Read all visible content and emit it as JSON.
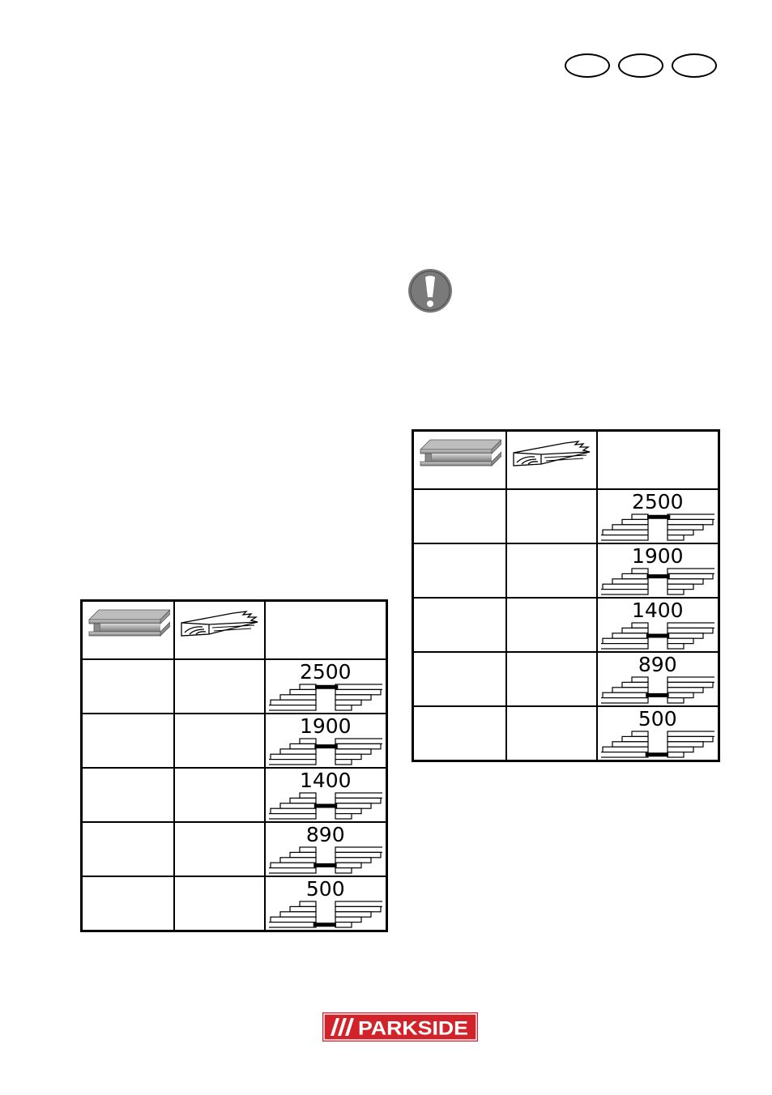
{
  "header": {
    "badges": [
      "",
      "",
      ""
    ]
  },
  "warning": {
    "icon": "exclamation-circle-icon"
  },
  "tables": [
    {
      "header_icons": [
        "steel-i-beam-icon",
        "wood-plank-icon"
      ],
      "speeds": [
        "2500",
        "1900",
        "1400",
        "890",
        "500"
      ]
    },
    {
      "header_icons": [
        "steel-i-beam-icon",
        "wood-plank-icon"
      ],
      "speeds": [
        "2500",
        "1900",
        "1400",
        "890",
        "500"
      ]
    }
  ],
  "speed_belt_positions": [
    0,
    1,
    2,
    3,
    4
  ],
  "footer": {
    "brand": "PARKSIDE"
  },
  "colors": {
    "brand_red": "#d2232a",
    "ink": "#000000",
    "icon_grey": "#6f6f6f"
  }
}
